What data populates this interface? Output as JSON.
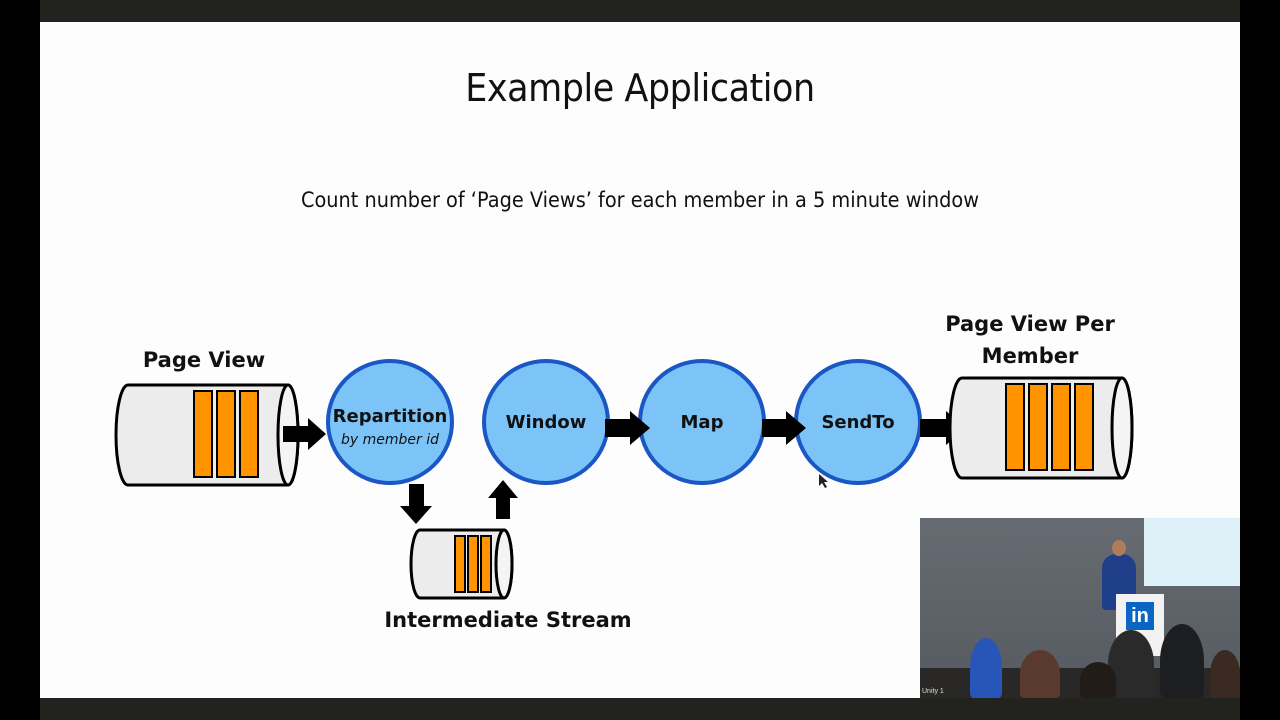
{
  "slide": {
    "title": "Example Application",
    "subtitle": "Count number of ‘Page Views’ for each member in a 5 minute window"
  },
  "diagram": {
    "input_stream": {
      "label": "Page View",
      "records": 3
    },
    "output_stream": {
      "label_line1": "Page View Per",
      "label_line2": "Member",
      "records": 4
    },
    "intermediate_stream": {
      "label": "Intermediate Stream",
      "records": 3
    },
    "nodes": [
      {
        "id": "repartition",
        "label": "Repartition",
        "sublabel": "by member id"
      },
      {
        "id": "window",
        "label": "Window"
      },
      {
        "id": "map",
        "label": "Map"
      },
      {
        "id": "sendto",
        "label": "SendTo"
      }
    ],
    "colors": {
      "node_fill": "#7cc4f8",
      "node_stroke": "#1a56c4",
      "record_fill": "#ff9300",
      "stream_fill": "#ececec",
      "arrow": "#000000"
    }
  },
  "video_overlay": {
    "podium_logo": "in",
    "caption": "Unity 1"
  }
}
